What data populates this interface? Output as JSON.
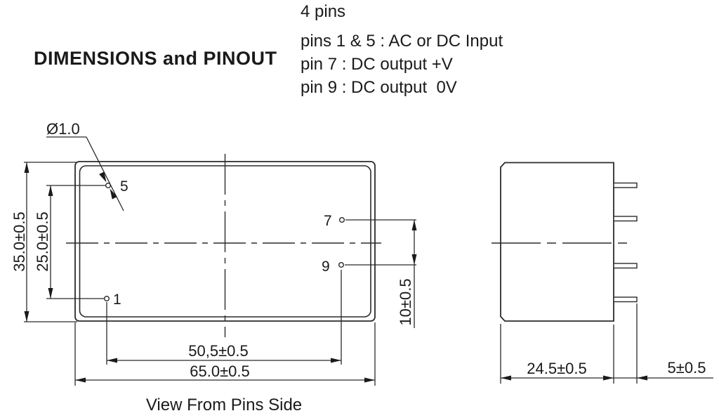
{
  "header": {
    "title": "DIMENSIONS and PINOUT"
  },
  "pinout_notes": {
    "pin_count": "4 pins",
    "line1": "pins 1 & 5 : AC or DC Input",
    "line2": "pin 7 : DC output +V",
    "line3": "pin 9 : DC output  0V"
  },
  "front_view": {
    "caption": "View From Pins Side",
    "pin_labels": {
      "pin5": "5",
      "pin7": "7",
      "pin9": "9",
      "pin1": "1"
    },
    "dimensions": {
      "pin_diameter": "Ø1.0",
      "body_height": "35.0±0.5",
      "pin_column_height": "25.0±0.5",
      "pin7_to_pin9": "10±0.5",
      "pin_row_width": "50,5±0.5",
      "body_width": "65.0±0.5"
    }
  },
  "side_view": {
    "dimensions": {
      "body_depth": "24.5±0.5",
      "pin_length": "5±0.5"
    }
  },
  "colors": {
    "line": "#2b2b2b",
    "text": "#1a1a1a",
    "background": "#ffffff"
  }
}
